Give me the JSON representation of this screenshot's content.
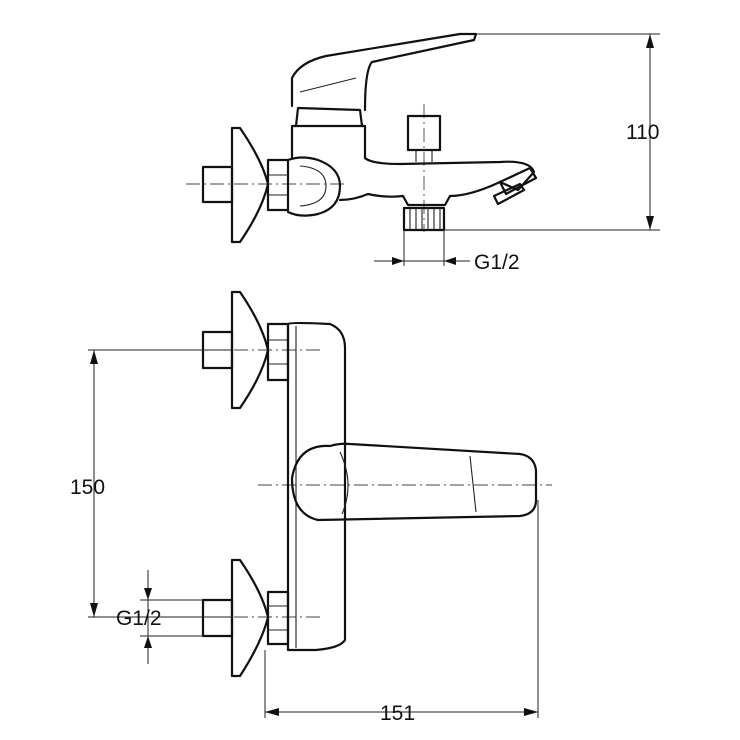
{
  "dimensions": {
    "spout_height": "110",
    "inlet_spacing": "150",
    "projection": "151",
    "shower_outlet_thread": "G1/2",
    "inlet_thread": "G1/2"
  }
}
